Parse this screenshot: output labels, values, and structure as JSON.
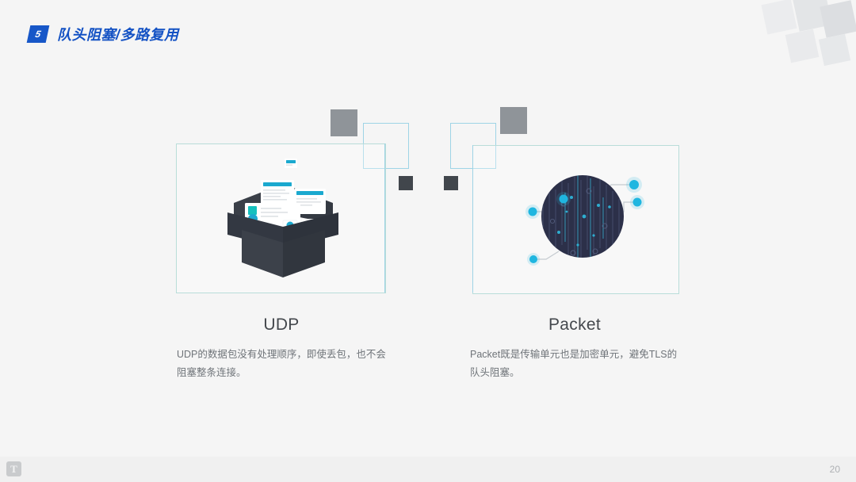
{
  "slide": {
    "background_color": "#f5f5f5",
    "header": {
      "badge_number": "5",
      "badge_color": "#1757c8",
      "title": "队头阻塞/多路复用",
      "title_color": "#1452c4"
    },
    "panels": [
      {
        "id": "udp",
        "illustration": "open-box-with-documents-illustration",
        "title": "UDP",
        "body": "UDP的数据包没有处理顺序，即使丢包，也不会阻塞整条连接。",
        "frame_color": "#b9ddd9"
      },
      {
        "id": "packet",
        "illustration": "circuit-sphere-network-illustration",
        "title": "Packet",
        "body": "Packet既是传输单元也是加密单元，避免TLS的队头阻塞。",
        "frame_color": "#b9ddd9"
      }
    ],
    "decor": {
      "accent_outline_color": "#9ed4e6",
      "gray_square_color": "#8f9499",
      "dark_square_color": "#41464c",
      "corner_square_color": "#e4e6e8"
    },
    "footer": {
      "logo_glyph": "T",
      "page_number": "20"
    }
  }
}
